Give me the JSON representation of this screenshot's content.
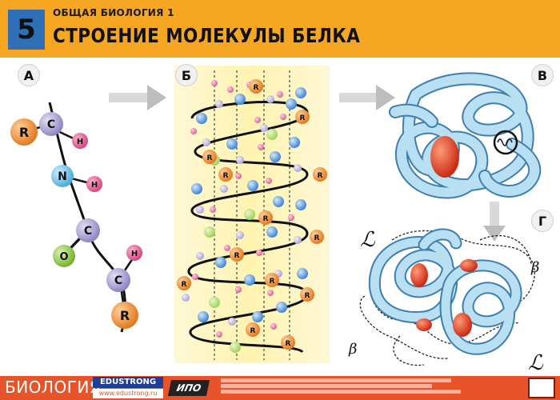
{
  "header": {
    "number": "5",
    "subtitle": "ОБЩАЯ БИОЛОГИЯ  1",
    "title": "СТРОЕНИЕ МОЛЕКУЛЫ БЕЛКА"
  },
  "panels": {
    "a": "А",
    "b": "Б",
    "v": "В",
    "g": "Г"
  },
  "atoms": {
    "r": "R",
    "c": "C",
    "h": "H",
    "n": "N",
    "o": "O"
  },
  "greek": {
    "alpha": "ℒ",
    "beta": "β"
  },
  "footer": {
    "logo": "БИОЛОГИЯ",
    "brand": "EDUSTRONG",
    "site": "www.edustrong.ru",
    "mark": "ИПО"
  },
  "colors": {
    "header": "#f5a623",
    "footer": "#e8542a",
    "atom_r": "#f08a2e",
    "atom_c": "#a49bd2",
    "atom_h": "#e0558c",
    "atom_n": "#6ec3ea",
    "atom_o": "#8ec63f",
    "ribbon": "#b8dff2",
    "helix_core": "#e2381c"
  }
}
